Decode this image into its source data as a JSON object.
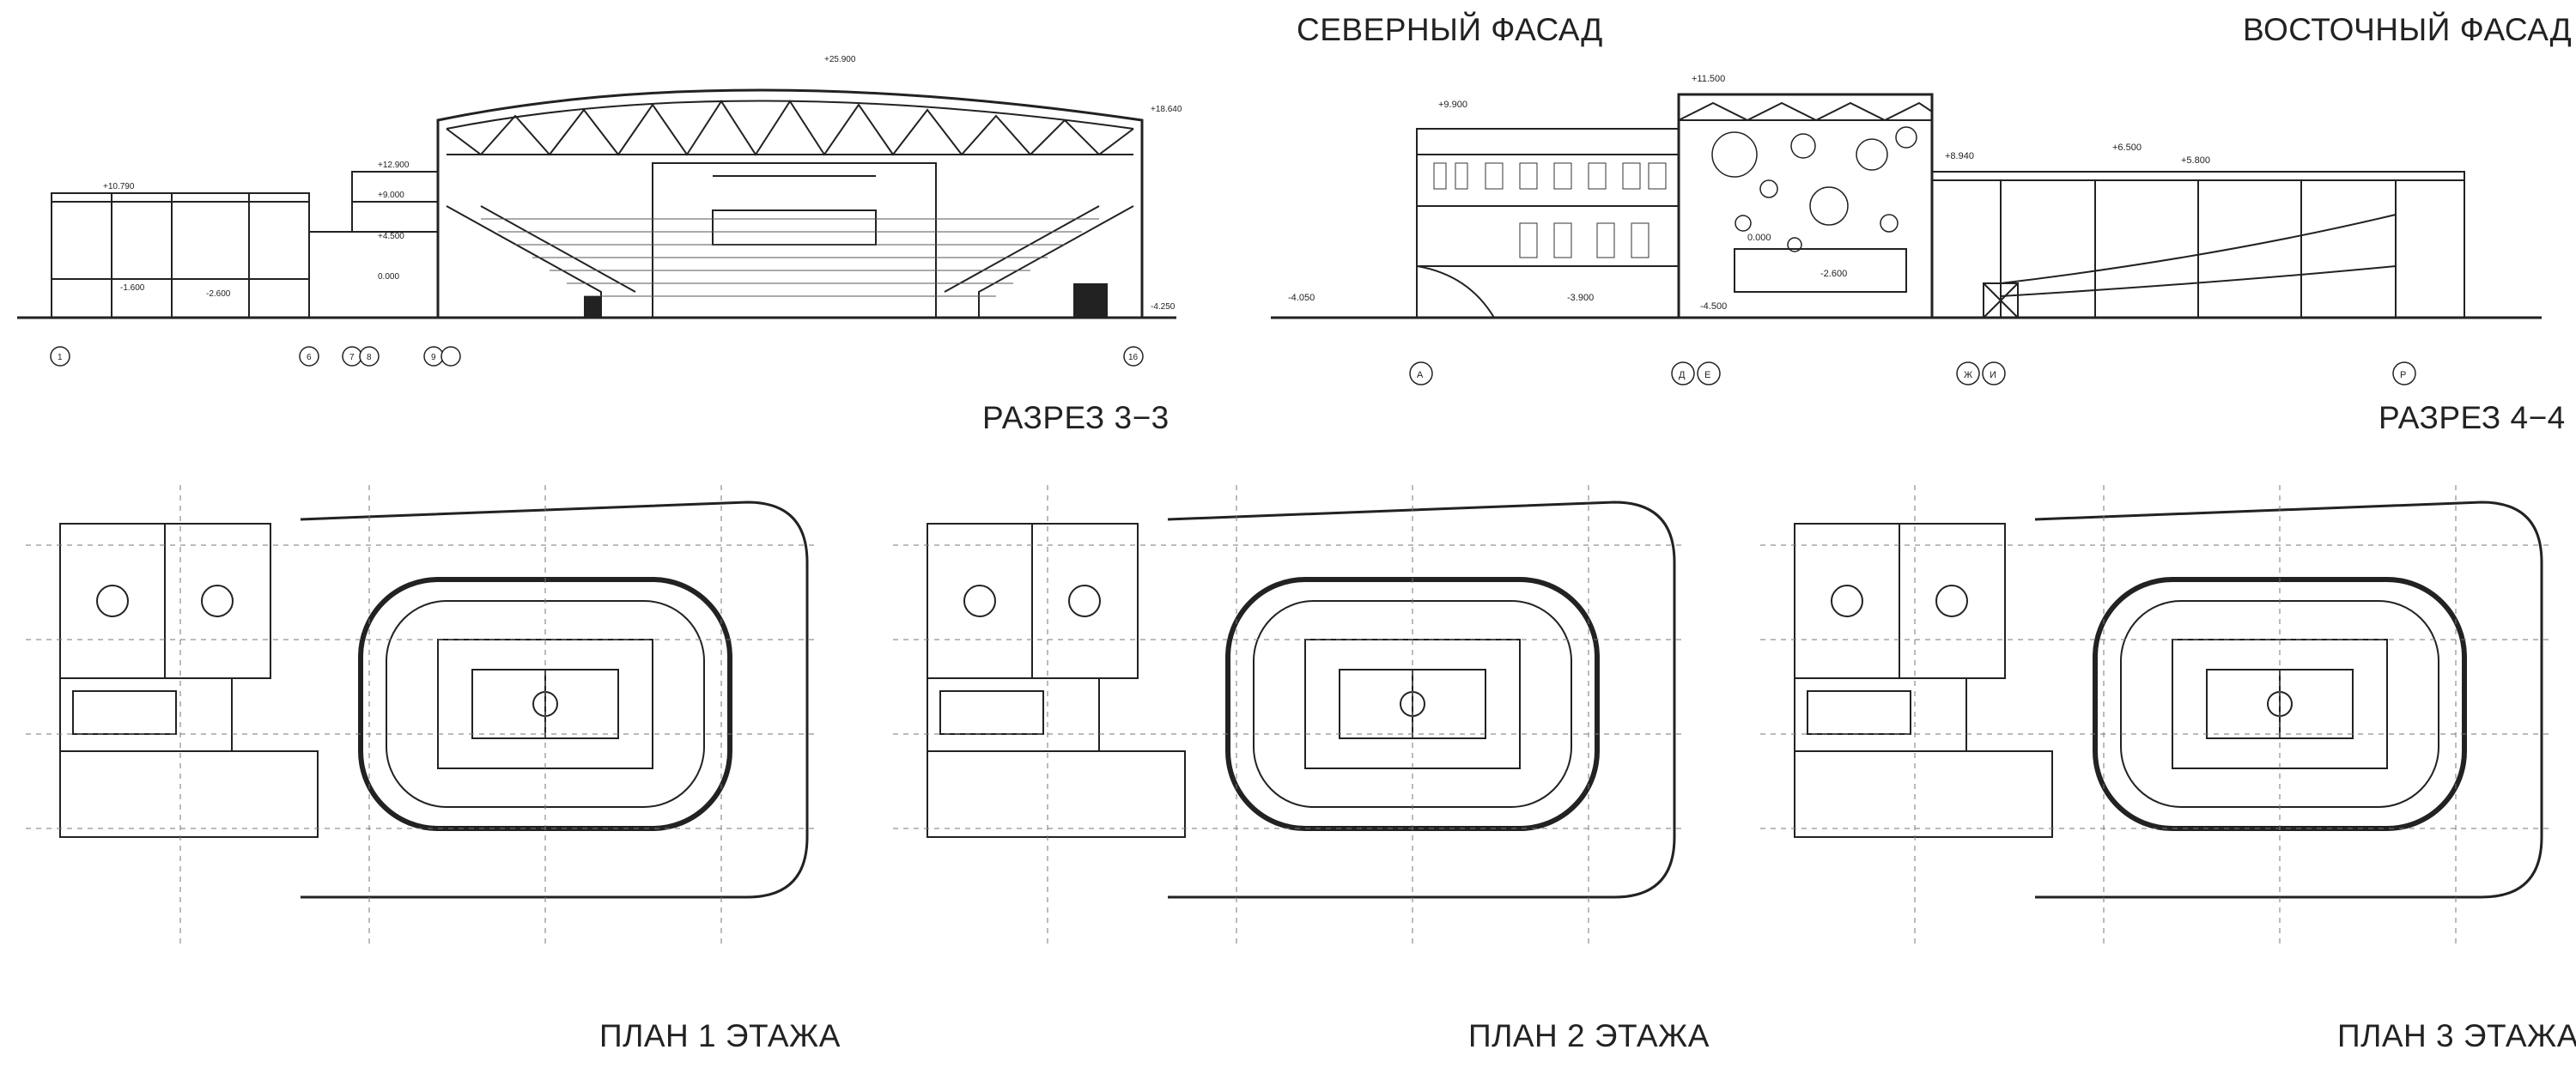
{
  "titles": {
    "north_facade": "СЕВЕРНЫЙ ФАСАД",
    "east_facade": "ВОСТОЧНЫЙ ФАСАД",
    "section_33": "РАЗРЕЗ 3−3",
    "section_44": "РАЗРЕЗ 4−4",
    "plan_1": "ПЛАН 1 ЭТАЖА",
    "plan_2": "ПЛАН 2 ЭТАЖА",
    "plan_3": "ПЛАН 3 ЭТАЖА"
  },
  "section_33": {
    "marks": [
      "+25.900",
      "+10.790",
      "+12.900",
      "+9.000",
      "+4.500",
      "0.000",
      "-1.600",
      "-2.600",
      "-4.250",
      "+18.640"
    ],
    "axes": [
      "1",
      "6",
      "7",
      "8",
      "9",
      "16"
    ]
  },
  "section_44": {
    "marks": [
      "+11.500",
      "+9.900",
      "+8.940",
      "+6.500",
      "+5.800",
      "0.000",
      "-2.600",
      "-3.900",
      "-4.050",
      "-4.500"
    ],
    "axes": [
      "А",
      "Д",
      "Е",
      "Ж",
      "И",
      "Р"
    ]
  }
}
